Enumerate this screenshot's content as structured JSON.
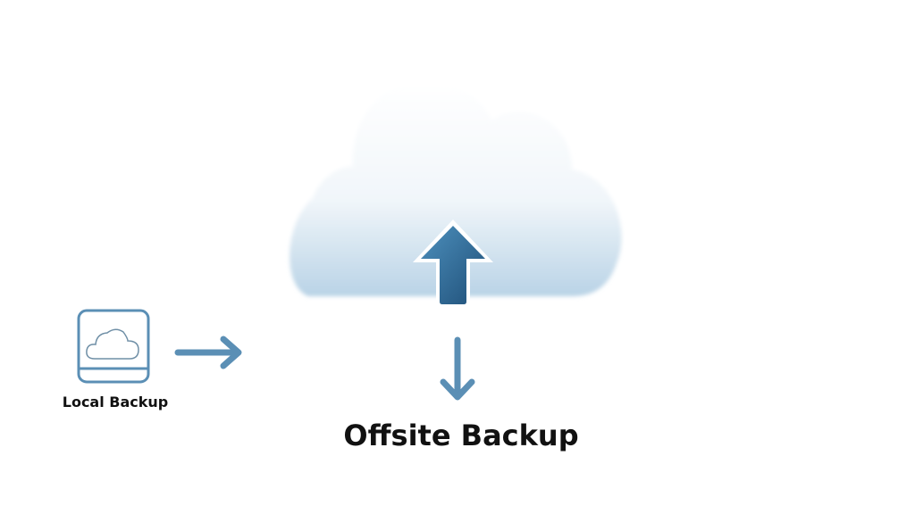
{
  "labels": {
    "local_backup": "Local Backup",
    "offsite_backup": "Offsite Backup"
  },
  "icons": [
    "cloud-illustration",
    "upload-arrow-icon",
    "local-backup-drive-icon",
    "arrow-right-icon",
    "arrow-down-icon"
  ],
  "colors": {
    "accent": "#5b8fb5",
    "arrow_dark": "#1f5a85",
    "cloud_shadow": "#b9d3e6"
  }
}
